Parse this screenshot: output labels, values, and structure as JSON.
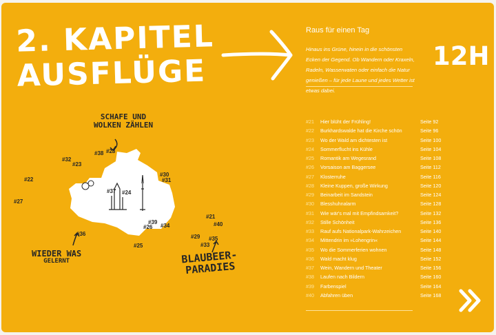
{
  "chapter": {
    "line1": "2. KAPITEL",
    "line2": "AUSFLÜGE"
  },
  "intro": {
    "heading": "Raus für einen Tag",
    "text": "Hinaus ins Grüne, hinein in die schönsten Ecken der Gegend. Ob Wandern oder Kraxeln, Radeln, Wasserwaten oder einfach die Natur genießen – für jede Laune und jedes Wetter ist etwas dabei."
  },
  "hours_badge": "12H",
  "toc": [
    {
      "num": "#21",
      "title": "Hier blüht der Frühling!",
      "page": "Seite 92"
    },
    {
      "num": "#22",
      "title": "Burkhardswalde hat die Kirche schön",
      "page": "Seite 96"
    },
    {
      "num": "#23",
      "title": "Wo der Wald am dichtesten ist",
      "page": "Seite 100"
    },
    {
      "num": "#24",
      "title": "Sommerflucht ins Kühle",
      "page": "Seite 104"
    },
    {
      "num": "#25",
      "title": "Romantik am Wegesrand",
      "page": "Seite 108"
    },
    {
      "num": "#26",
      "title": "Vorsaison am Baggersee",
      "page": "Seite 112"
    },
    {
      "num": "#27",
      "title": "Klosterruhe",
      "page": "Seite 116"
    },
    {
      "num": "#28",
      "title": "Kleine Kuppen, große Wirkung",
      "page": "Seite 120"
    },
    {
      "num": "#29",
      "title": "Beinarbeit im Sandstein",
      "page": "Seite 124"
    },
    {
      "num": "#30",
      "title": "Blesshuhnalarm",
      "page": "Seite 128"
    },
    {
      "num": "#31",
      "title": "Wie wär's mal mit Empfindsamkeit?",
      "page": "Seite 132"
    },
    {
      "num": "#32",
      "title": "Stille Schönheit",
      "page": "Seite 136"
    },
    {
      "num": "#33",
      "title": "Rauf aufs Nationalpark-Wahrzeichen",
      "page": "Seite 140"
    },
    {
      "num": "#34",
      "title": "Mittendrin im »Lohengrin«",
      "page": "Seite 144"
    },
    {
      "num": "#35",
      "title": "Wo die Sommerferien wohnen",
      "page": "Seite 148"
    },
    {
      "num": "#36",
      "title": "Wald macht klug",
      "page": "Seite 152"
    },
    {
      "num": "#37",
      "title": "Wein, Wandern und Theater",
      "page": "Seite 156"
    },
    {
      "num": "#38",
      "title": "Laufen nach Bildern",
      "page": "Seite 160"
    },
    {
      "num": "#39",
      "title": "Farbenspiel",
      "page": "Seite 164"
    },
    {
      "num": "#40",
      "title": "Abfahren üben",
      "page": "Seite 168"
    }
  ],
  "map": {
    "markers": [
      "#22",
      "#27",
      "#32",
      "#23",
      "#38",
      "#28",
      "#37",
      "#24",
      "#30",
      "#31",
      "#39",
      "#26",
      "#34",
      "#36",
      "#25",
      "#21",
      "#40",
      "#29",
      "#35",
      "#33"
    ],
    "annotations": {
      "sheep": [
        "SCHAFE UND",
        "WOLKEN ZÄHLEN"
      ],
      "learned": [
        "WIEDER WAS",
        "GELERNT"
      ],
      "berries": [
        "BLAUBEER-",
        "PARADIES"
      ]
    }
  },
  "colors": {
    "page_bg": "#f3ae0d",
    "text": "#ffffff",
    "accent": "#fde39c",
    "map_ink": "#262626"
  }
}
